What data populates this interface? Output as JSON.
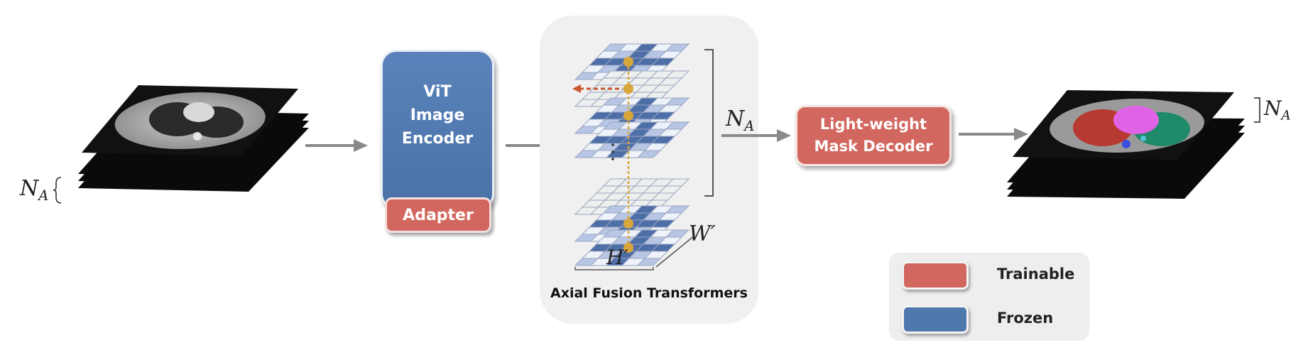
{
  "nodes": {
    "encoder_line1": "ViT",
    "encoder_line2": "Image",
    "encoder_line3": "Encoder",
    "adapter": "Adapter",
    "decoder_line1": "Light-weight",
    "decoder_line2": "Mask Decoder",
    "fusion_label": "Axial Fusion Transformers"
  },
  "math_labels": {
    "n_symbol": "N",
    "n_subscript": "A",
    "h_prime": "H′",
    "w_prime": "W′"
  },
  "legend": {
    "trainable": "Trainable",
    "frozen": "Frozen"
  },
  "colors": {
    "trainable": "#d2675f",
    "frozen": "#4f78ad",
    "arrow": "#8a8a8a",
    "grid_dark": "#4e6ea8",
    "grid_light": "#b8c6e6",
    "attention_dot": "#d9a63a",
    "cross_arrow": "#c8562e"
  },
  "icons": [
    "ct-slice-stack",
    "segmented-ct-stack",
    "grid-layer-stack",
    "flow-arrow"
  ]
}
